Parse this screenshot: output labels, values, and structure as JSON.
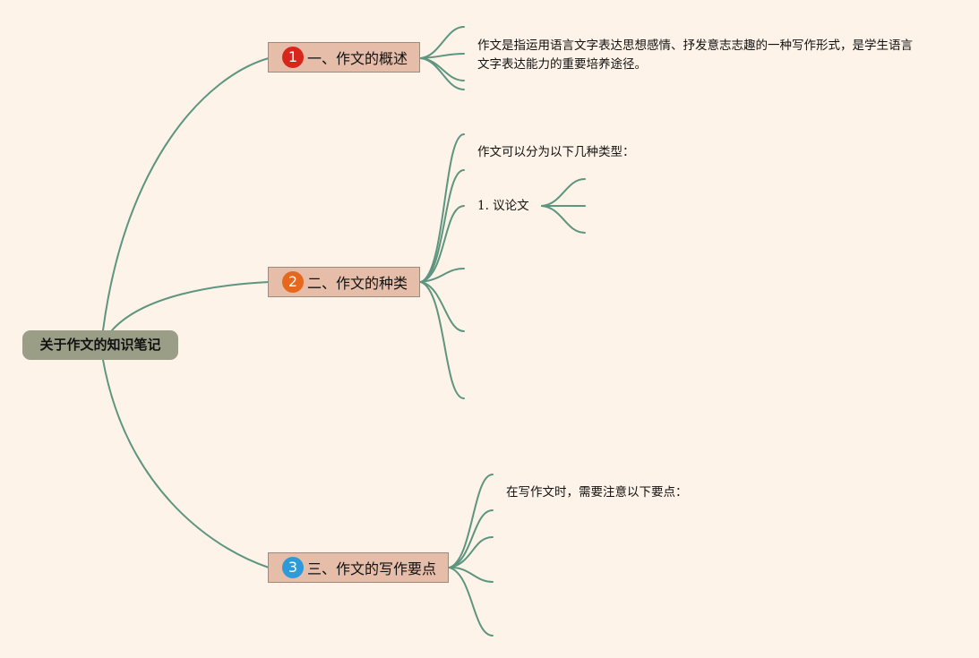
{
  "root": {
    "label": "关于作文的知识笔记"
  },
  "branches": [
    {
      "number": "1",
      "label": "一、作文的概述",
      "badge_color": "#d7271d",
      "text": "作文是指运用语言文字表达思想感情、抒发意志志趣的一种写作形式，是学生语言文字表达能力的重要培养途径。"
    },
    {
      "number": "2",
      "label": "二、作文的种类",
      "badge_color": "#e5681e",
      "text": "作文可以分为以下几种类型：",
      "sub_item": "1. 议论文"
    },
    {
      "number": "3",
      "label": "三、作文的写作要点",
      "badge_color": "#2d9ad9",
      "text": "在写作文时，需要注意以下要点："
    }
  ],
  "colors": {
    "background": "#fef3e8",
    "edge": "#5d9580",
    "root_fill": "#9a9e86",
    "branch_fill": "#e5bda9"
  }
}
